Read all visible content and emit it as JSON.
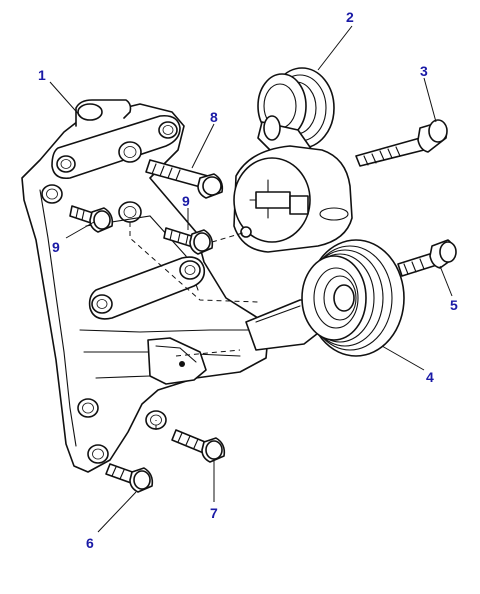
{
  "callouts": [
    "1",
    "2",
    "3",
    "4",
    "5",
    "6",
    "7",
    "8",
    "9",
    "9"
  ],
  "colors": {
    "linework": "#111111",
    "callout": "#1a1aa6",
    "background": "#ffffff"
  }
}
